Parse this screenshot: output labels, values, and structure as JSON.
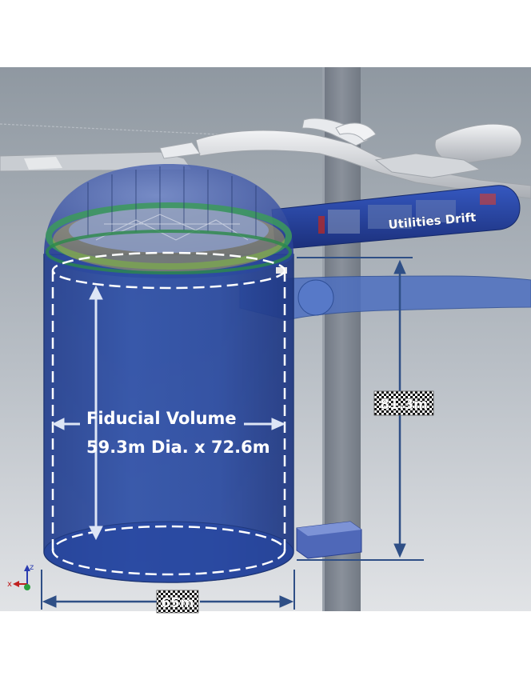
{
  "labels": {
    "utilities_drift": "Utilities Drift",
    "fiducial_title": "Fiducial Volume",
    "fiducial_dims": "59.3m Dia. x 72.6m",
    "height_dim": "81.3m",
    "diameter_dim": "65m"
  },
  "axis_triad": {
    "z": "z",
    "x": "x"
  },
  "colors": {
    "background_top": "#9aa3ab",
    "background_bottom": "#dcdfe2",
    "tank_blue": "#1f3f9a",
    "dimension_line": "#2f4f86",
    "dome_ring_green": "#3a9a5a"
  }
}
